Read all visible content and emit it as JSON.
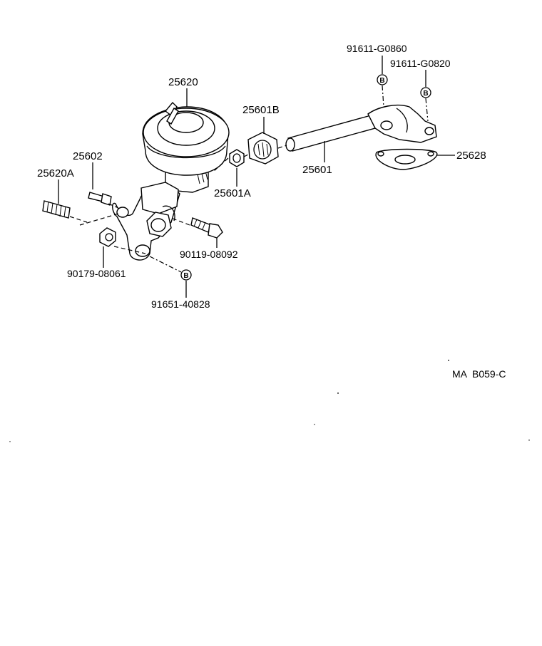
{
  "figure_code": "MA  B059-C",
  "labels": {
    "p25620": "25620",
    "p25601B": "25601B",
    "p25602": "25602",
    "p25620A": "25620A",
    "p25601A": "25601A",
    "p25601": "25601",
    "p25628": "25628",
    "p91611_G0860": "91611-G0860",
    "p91611_G0820": "91611-G0820",
    "p90119_08092": "90119-08092",
    "p90179_08061": "90179-08061",
    "p91651_40828": "91651-40828"
  },
  "bolt_marks": {
    "top_left": "B",
    "top_right": "B",
    "bottom": "B"
  }
}
